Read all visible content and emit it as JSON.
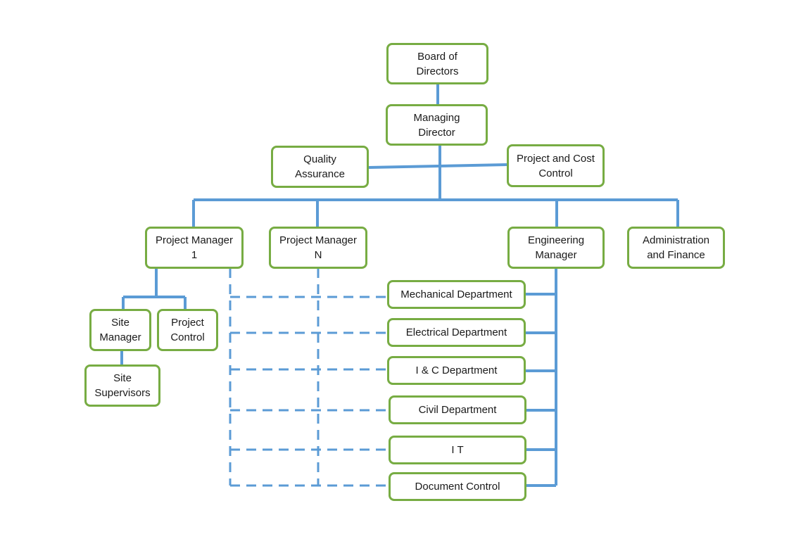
{
  "nodes": {
    "board": "Board of\nDirectors",
    "md": "Managing\nDirector",
    "qa": "Quality\nAssurance",
    "pcc": "Project and Cost\nControl",
    "pm1": "Project Manager\n1",
    "pmn": "Project Manager\nN",
    "eng": "Engineering\nManager",
    "admin": "Administration\nand Finance",
    "site_manager": "Site\nManager",
    "project_control": "Project\nControl",
    "site_supervisors": "Site\nSupervisors",
    "mech": "Mechanical Department",
    "elec": "Electrical Department",
    "ic": "I & C Department",
    "civil": "Civil Department",
    "it": "I T",
    "doc": "Document Control"
  },
  "colors": {
    "box_border": "#77ac43",
    "connector": "#5b9bd5"
  }
}
